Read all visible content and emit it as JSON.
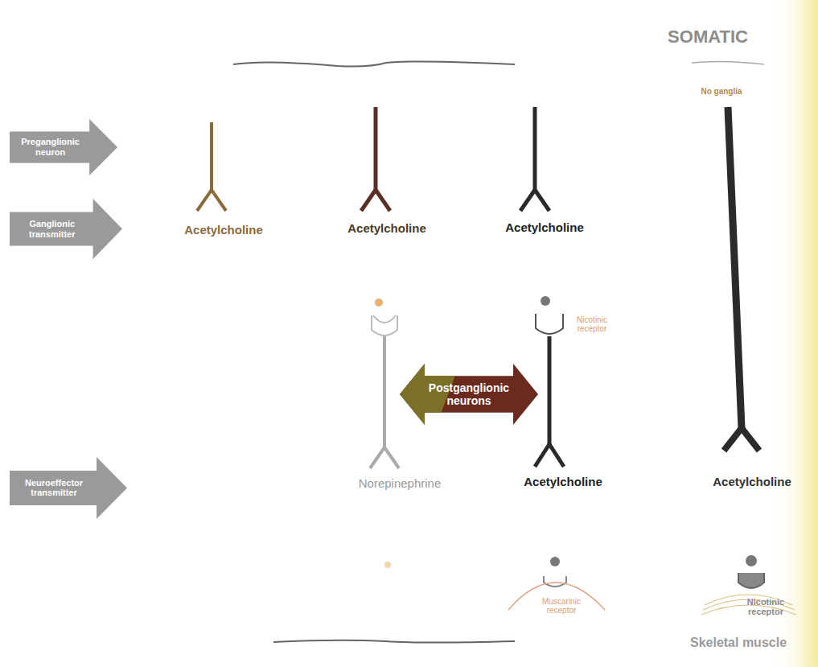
{
  "diagram": {
    "nodes": [
      {
        "text": [
          "Preganglionic neuron"
        ]
      },
      {
        "text": [
          "Ganglionic transmitter"
        ]
      },
      {
        "text": [
          "Neuroeffector transmitter"
        ]
      },
      {
        "text": [
          "Postganglionic neurons"
        ]
      }
    ],
    "labels": [
      "SOMATIC",
      "No ganglia",
      "Acetylcholine",
      "Acetylcholine",
      "Acetylcholine",
      "Nicotinic receptor",
      "Norepinephrine",
      "Acetylcholine",
      "Acetylcholine",
      "Muscarinic receptor",
      "Nicotinic receptor",
      "Skeletal muscle"
    ]
  }
}
